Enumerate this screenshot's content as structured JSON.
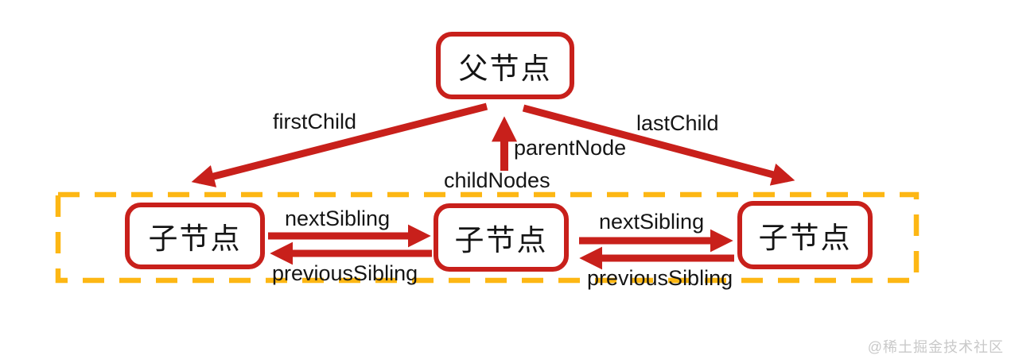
{
  "diagram": {
    "title_meaning": "DOM node relationships",
    "nodes": {
      "parent": {
        "label": "父节点"
      },
      "child1": {
        "label": "子节点"
      },
      "child2": {
        "label": "子节点"
      },
      "child3": {
        "label": "子节点"
      }
    },
    "edges": {
      "first_child": "firstChild",
      "last_child": "lastChild",
      "parent_node": "parentNode",
      "child_nodes": "childNodes",
      "next_sibling_1": "nextSibling",
      "previous_sibling_1": "previousSibling",
      "next_sibling_2": "nextSibling",
      "previous_sibling_2": "previousSibling"
    }
  },
  "colors": {
    "red": "#c8201b",
    "gold": "#fdb714",
    "text": "#151515",
    "watermark": "#c9c9c9",
    "bg": "#ffffff"
  },
  "watermark": "@稀土掘金技术社区"
}
